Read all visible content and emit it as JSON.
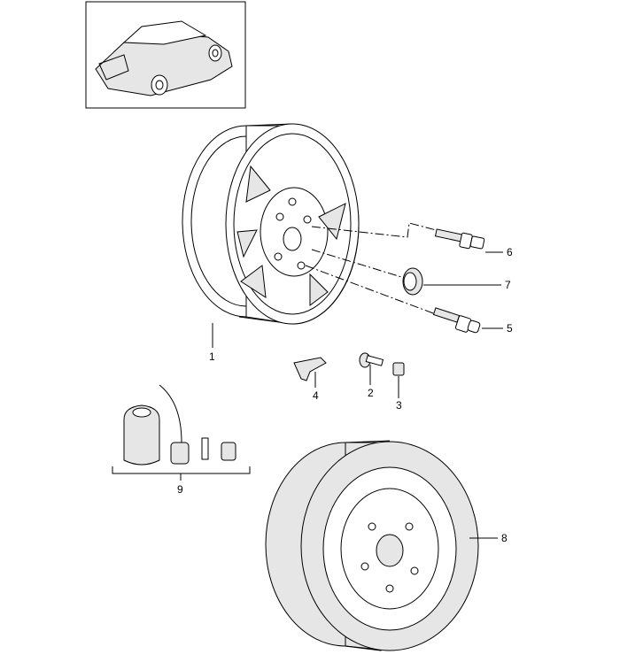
{
  "diagram": {
    "title": "Wheels parts diagram",
    "callouts": {
      "p1": "1",
      "p2": "2",
      "p3": "3",
      "p4": "4",
      "p5": "5",
      "p6": "6",
      "p7": "7",
      "p8": "8",
      "p9": "9"
    }
  }
}
